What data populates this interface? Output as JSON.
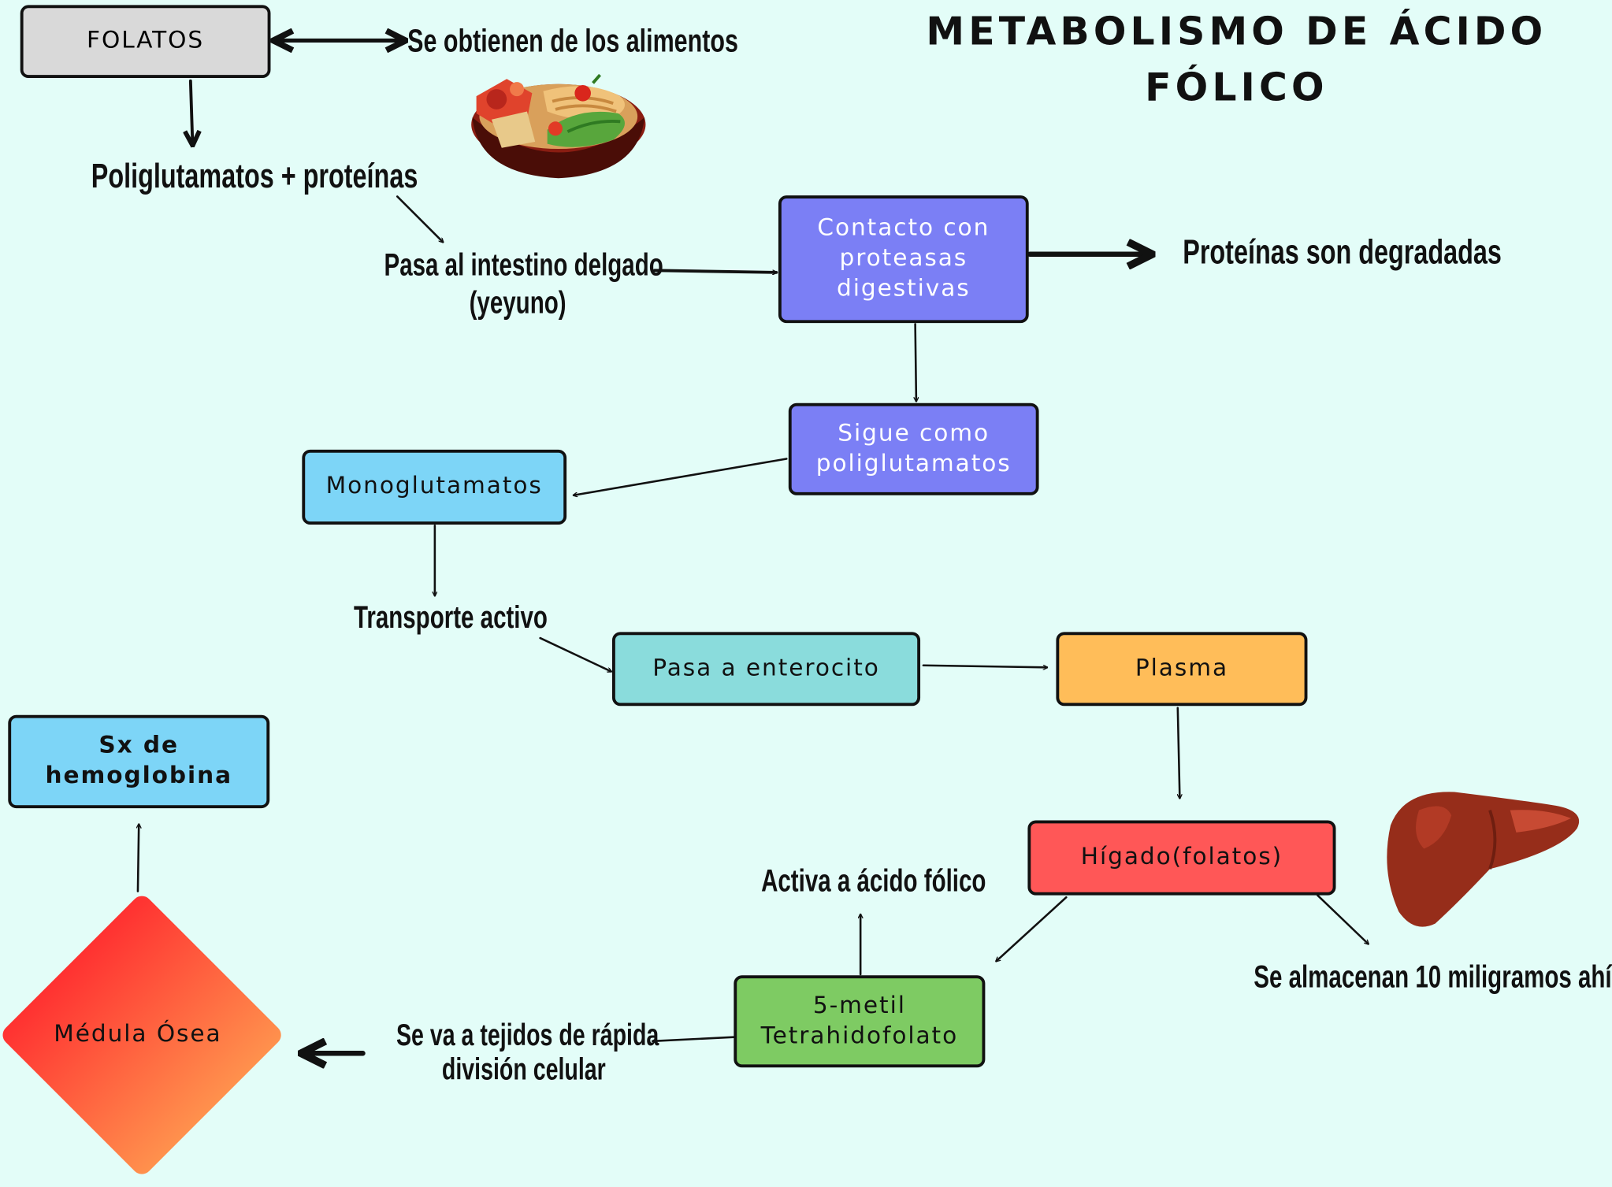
{
  "title": "METABOLISMO DE ÁCIDO FÓLICO",
  "nodes": {
    "folatos": "FOLATOS",
    "contacto": "Contacto con proteasas digestivas",
    "sigue": "Sigue como poliglutamatos",
    "mono": "Monoglutamatos",
    "enterocito": "Pasa a enterocito",
    "plasma": "Plasma",
    "higado": "Hígado(folatos)",
    "metil": "5-metil Tetrahidofolato",
    "sx": "Sx de hemoglobina",
    "medula": "Médula Ósea"
  },
  "labels": {
    "alimentos": "Se obtienen de los alimentos",
    "poliglutamatos": "Poliglutamatos + proteínas",
    "intestino_1": "Pasa al intestino delgado",
    "intestino_2": "(yeyuno)",
    "degradadas": "Proteínas son degradadas",
    "transporte": "Transporte activo",
    "activa": "Activa a ácido fólico",
    "almacenan": "Se almacenan 10 miligramos ahí",
    "tejidos_1": "Se va a tejidos de rápida",
    "tejidos_2": "división celular"
  },
  "colors": {
    "background": "#e3fdf8",
    "folatos": "#d9d9d9",
    "protease": "#7b7ff5",
    "mono": "#7dd5f7",
    "enterocito": "#8adcdc",
    "plasma": "#ffbd59",
    "higado": "#ff5757",
    "metil": "#7ecb63",
    "sx": "#7dd5f7",
    "medula_from": "#ff3131",
    "medula_to": "#ff914d"
  },
  "icons": [
    "food-bowl-icon",
    "liver-icon"
  ]
}
